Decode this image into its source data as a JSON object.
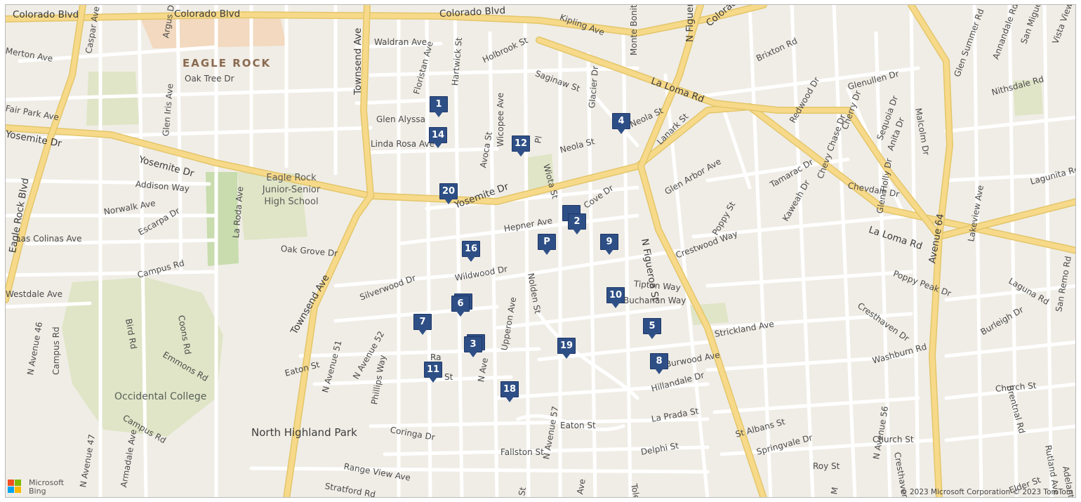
{
  "map": {
    "colors": {
      "land": "#f0ede6",
      "park": "#dfe5c6",
      "highway": "#f7d98a",
      "road": "#ffffff",
      "marker": "#2e4f86",
      "marker_text": "#ffffff"
    },
    "markers": [
      {
        "label": "1"
      },
      {
        "label": "14"
      },
      {
        "label": "12"
      },
      {
        "label": "4"
      },
      {
        "label": "20"
      },
      {
        "label": "2"
      },
      {
        "label": "P"
      },
      {
        "label": "9"
      },
      {
        "label": "16"
      },
      {
        "label": "10"
      },
      {
        "label": "6"
      },
      {
        "label": "7"
      },
      {
        "label": "5"
      },
      {
        "label": "3"
      },
      {
        "label": "19"
      },
      {
        "label": "8"
      },
      {
        "label": "11"
      },
      {
        "label": "18"
      },
      {
        "label": ""
      }
    ],
    "labels": {
      "colorado1": "Colorado Blvd",
      "colorado2": "Colorado Blvd",
      "colorado3": "Colorado Blvd",
      "merton": "Merton Ave",
      "caspar": "Caspar Ave",
      "argus": "Argus Dr",
      "eaglerock": "EAGLE ROCK",
      "oaktree": "Oak Tree Dr",
      "waldran": "Waldran Ave",
      "townsend1": "Townsend Ave",
      "floristan": "Floristan Ave",
      "hartwick": "Hartwick St",
      "holbrook": "Holbrook St",
      "kipling": "Kipling Ave",
      "bonito": "Monte Bonito Dr",
      "nfig1": "N Figueroa",
      "brixton": "Brixton Rd",
      "glensummer": "Glen Summer Rd",
      "annandale": "Annandale Rd",
      "sanmiguel": "San Miguel Dr",
      "viewrd": "Vista View Rd",
      "fairpark": "Fair Park Ave",
      "glenivis": "Glen Iris Ave",
      "glenalyssa": "Glen Alyssa",
      "lindarosa": "Linda Rosa Ave",
      "saginaw": "Saginaw St",
      "glacier": "Glacier Dr",
      "laloma1": "La Loma Rd",
      "laloma2": "La Loma Rd",
      "neola1": "Neola St",
      "neola2": "Neola St",
      "wicopee": "Wicopee Ave",
      "wiota": "Wiota St",
      "avoca": "Avoca St",
      "pl": "Pl",
      "yosemite1": "Yosemite Dr",
      "yosemite2": "Yosemite Dr",
      "yosemite3": "Yosemite Dr",
      "addison": "Addison Way",
      "eaglerockblvd": "Eagle Rock Blvd",
      "school": "Eagle Rock Junior-Senior High School",
      "laroda": "La Roda Ave",
      "norwalk": "Norwalk Ave",
      "escarpa": "Escarpa Dr",
      "lascolinas": "Las Colinas Ave",
      "oakgrove": "Oak Grove Dr",
      "campusrd1": "Campus Rd",
      "westdale": "Westdale Ave",
      "hepner": "Hepner Ave",
      "crestwood": "Crestwood Way",
      "wildwood": "Wildwood Dr",
      "nolden": "Nolden St",
      "silverwood": "Silverwood Dr",
      "tipton": "Tipton Way",
      "lanark": "Lanark St",
      "glenarbor": "Glen Arbor Ave",
      "poppy": "Poppy St",
      "tamarac": "Tamarac Dr",
      "kaweah": "Kaweah Dr",
      "redwood": "Redwood Dr",
      "glenullen": "Glenullen Dr",
      "cherry": "Cherry Dr",
      "sequoia": "Sequoia Dr",
      "malcolm": "Malcolm Dr",
      "anita": "Anita Dr",
      "chevy": "Chevy Chase Dr",
      "chevdale": "Chevdale Dr",
      "glenholly": "Glen Holly Dr",
      "nithsdale": "Nithsdale Rd",
      "lagunita": "Lagunita Rd",
      "avenue64": "Avenue 64",
      "lakeview": "Lakeview Ave",
      "poppypeak": "Poppy Peak Dr",
      "sanremo": "San Remo Rd",
      "laguna": "Laguna Rd",
      "burleigh": "Burleigh Dr",
      "cresthaven": "Cresthaven Dr",
      "washburn": "Washburn Rd",
      "brentnal": "Brentnal Rd",
      "churchst1": "Church St",
      "churchst2": "Church St",
      "nfig2": "N Figueroa St",
      "townsend2": "Townsend Ave",
      "navenue46": "N Avenue 46",
      "campusrd2": "Campus Rd",
      "birdrd": "Bird Rd",
      "coonsrd": "Coons Rd",
      "emmonsrd": "Emmons Rd",
      "eaton1": "Eaton St",
      "navenue52": "N Avenue 52",
      "phillips": "Phillips Way",
      "navenue51": "N Avenue 51",
      "occidental": "Occidental College",
      "campusrd3": "Campus Rd",
      "navenue47": "N Avenue 47",
      "armadale": "Armadale Ave",
      "northhp": "North Highland Park",
      "coringa": "Coringa Dr",
      "fallston": "Fallston St",
      "rangeview": "Range View Ave",
      "stratford": "Stratford Rd",
      "uperon": "Upperon Ave",
      "navenue": "N Ave",
      "rast": "Ra",
      "st1": "St",
      "strickland": "Strickland Ave",
      "buchanan": "Buchanan Way",
      "burwood": "Burwood Ave",
      "hillandale": "Hillandale Dr",
      "laprada": "La Prada St",
      "eaton2": "Eaton St",
      "stalbans": "St Albans St",
      "delphi": "Delphi St",
      "springvale": "Springvale Dr",
      "royst": "Roy St",
      "crestv": "Cresthaven",
      "nave56": "N Avenue 56",
      "rutland": "Rutland Ave",
      "adelante": "Adelante Ave",
      "elder": "Elder St",
      "ave": "Ave",
      "toledo": "Toledo St",
      "navenue57": "N Avenue 57",
      "cove": "Cove Dr",
      "sts": "St",
      "m": "M"
    },
    "branding": {
      "logo_line1": "Microsoft",
      "logo_line2": "Bing",
      "copyright": "© 2023 Microsoft Corporation © 2023 TomTom",
      "logo_colors": [
        "#f25022",
        "#7fba00",
        "#00a4ef",
        "#ffb900"
      ]
    }
  }
}
